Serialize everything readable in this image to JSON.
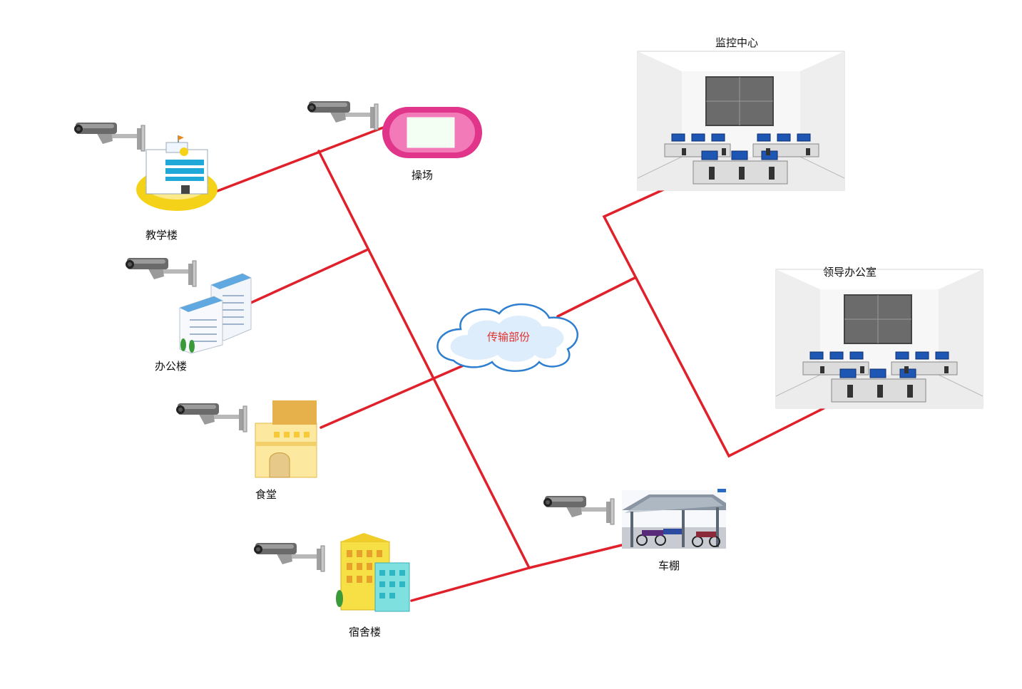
{
  "nodes": {
    "teaching_building": "教学楼",
    "playground": "操场",
    "office_building": "办公楼",
    "canteen": "食堂",
    "dormitory": "宿舍楼",
    "transmission": "传输部份",
    "monitoring_center": "监控中心",
    "leader_office": "领导办公室",
    "bike_shed": "车棚"
  },
  "colors": {
    "link": "#e0202a",
    "cloud_stroke": "#2e7fd0",
    "cloud_fill": "#ffffff",
    "label_cloud": "#e0302c"
  },
  "icons": [
    "cctv-camera-icon",
    "school-building-icon",
    "running-track-icon",
    "office-tower-icon",
    "canteen-icon",
    "dormitory-icon",
    "cloud-icon",
    "control-room-icon",
    "bike-shed-icon"
  ]
}
